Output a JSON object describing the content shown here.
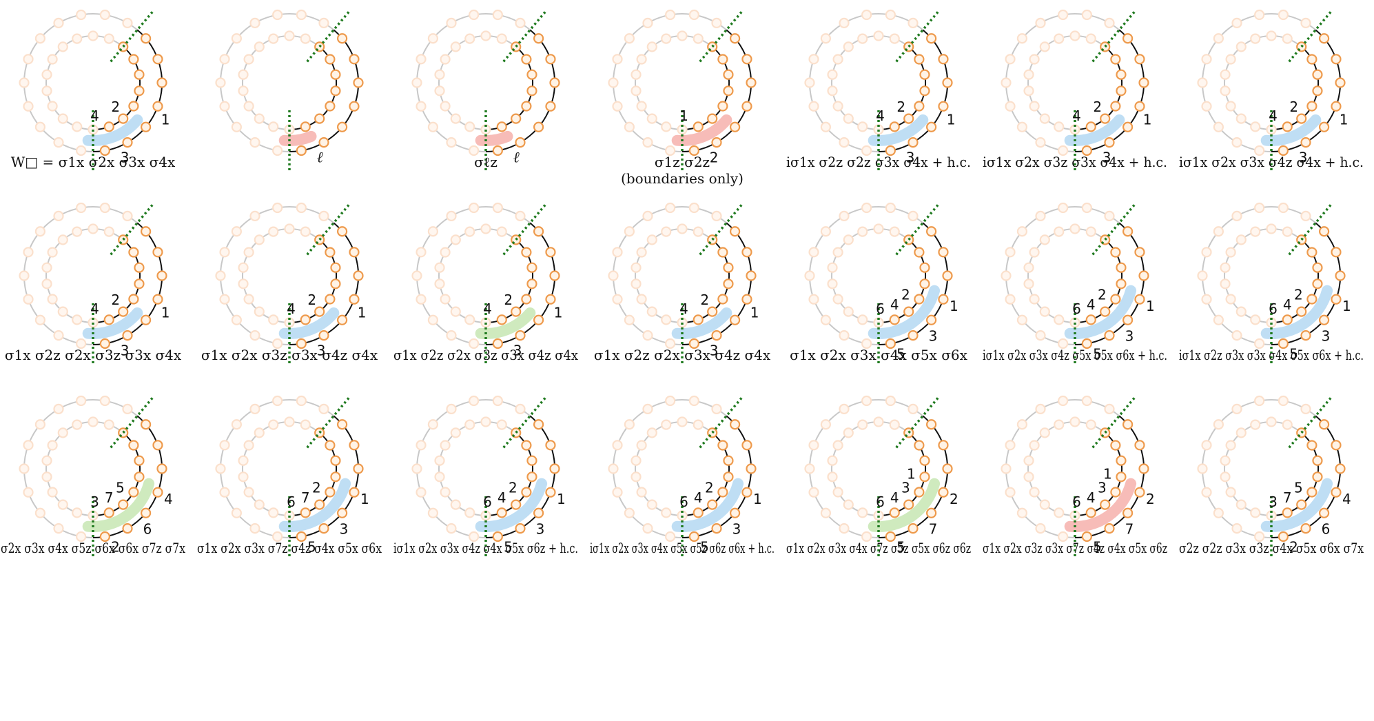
{
  "colors": {
    "background": "#ffffff",
    "inactive_ring": "#c8c8c8",
    "active_ring": "#111111",
    "active_qubit": "#ee9a4c",
    "inactive_qubit": "#fbe0cc",
    "boundary_cut": "#1f7a1f",
    "highlight_blue": "#a9d3f0",
    "highlight_red": "#f4a6a0",
    "highlight_green": "#bfe3a8"
  },
  "panels": [
    {
      "caption": "W□ = σ1x σ2x σ3x σ4x",
      "labels": [
        "4",
        "3",
        "2",
        "1"
      ],
      "pathLen": 4,
      "hl": "blue"
    },
    {
      "caption": "",
      "labels": [],
      "pathLen": 0,
      "hl": "red",
      "ell": "ℓ"
    },
    {
      "caption": "σℓz",
      "labels": [],
      "pathLen": 0,
      "hl": "red",
      "ell": "ℓ"
    },
    {
      "caption": "σ1z σ2z",
      "caption2": "(boundaries only)",
      "labels": [
        "1",
        "2"
      ],
      "pathLen": 2,
      "hl": "red"
    },
    {
      "caption": "iσ1x σ2z σ2z σ3x σ4x + h.c.",
      "labels": [
        "4",
        "3",
        "2",
        "1"
      ],
      "pathLen": 4,
      "hl": "blue"
    },
    {
      "caption": "iσ1x σ2x σ3z σ3x σ4x + h.c.",
      "labels": [
        "4",
        "3",
        "2",
        "1"
      ],
      "pathLen": 4,
      "hl": "blue"
    },
    {
      "caption": "iσ1x σ2x σ3x σ4z σ4x + h.c.",
      "labels": [
        "4",
        "3",
        "2",
        "1"
      ],
      "pathLen": 4,
      "hl": "blue"
    },
    {
      "caption": "σ1x σ2z σ2x σ3z σ3x σ4x",
      "labels": [
        "4",
        "3",
        "2",
        "1"
      ],
      "pathLen": 4,
      "hl": "blue"
    },
    {
      "caption": "σ1x σ2x σ3z σ3x σ4z σ4x",
      "labels": [
        "4",
        "3",
        "2",
        "1"
      ],
      "pathLen": 4,
      "hl": "blue"
    },
    {
      "caption": "σ1x σ2z σ2x σ3z σ3x σ4z σ4x",
      "labels": [
        "4",
        "3",
        "2",
        "1"
      ],
      "pathLen": 4,
      "hl": "green"
    },
    {
      "caption": "σ1x σ2z σ2x σ3x σ4z σ4x",
      "labels": [
        "4",
        "3",
        "2",
        "1"
      ],
      "pathLen": 4,
      "hl": "blue"
    },
    {
      "caption": "σ1x σ2x σ3x σ4x σ5x σ6x",
      "labels": [
        "6",
        "5",
        "4",
        "3",
        "2",
        "1"
      ],
      "pathLen": 6,
      "hl": "blue"
    },
    {
      "caption": "iσ1x σ2x σ3x σ4z σ5x σ5x σ6x + h.c.",
      "labels": [
        "6",
        "5",
        "4",
        "3",
        "2",
        "1"
      ],
      "pathLen": 6,
      "hl": "blue"
    },
    {
      "caption": "iσ1x σ2z σ3x σ3x σ4x σ5x σ6x + h.c.",
      "labels": [
        "6",
        "5",
        "4",
        "3",
        "2",
        "1"
      ],
      "pathLen": 6,
      "hl": "blue"
    },
    {
      "caption": "σ2x σ3x σ4x σ5z σ6x σ6x σ7z σ7x",
      "labels": [
        "3",
        "2",
        "7",
        "6",
        "5",
        "4"
      ],
      "pathLen": 6,
      "hl": "green"
    },
    {
      "caption": "σ1x σ2x σ3x σ7z σ4z σ4x σ5x σ6x",
      "labels": [
        "6",
        "5",
        "7",
        "3",
        "2",
        "1"
      ],
      "pathLen": 6,
      "hl": "blue"
    },
    {
      "caption": "iσ1x σ2x σ3x σ4z σ4x σ5x σ6z + h.c.",
      "labels": [
        "6",
        "5",
        "4",
        "3",
        "2",
        "1"
      ],
      "pathLen": 6,
      "hl": "blue"
    },
    {
      "caption": "iσ1x σ2x σ3x σ4x σ5x σ5z σ6z σ6x + h.c.",
      "labels": [
        "6",
        "5",
        "4",
        "3",
        "2",
        "1"
      ],
      "pathLen": 6,
      "hl": "blue"
    },
    {
      "caption": "σ1x σ2x σ3x σ4x σ7z σ5z σ5x σ6z σ6z",
      "labels": [
        "6",
        "5",
        "4",
        "7",
        "3",
        "2",
        "1"
      ],
      "pathLen": 6,
      "hl": "green"
    },
    {
      "caption": "σ1x σ2x σ3z σ3x σ7z σ4z σ4x σ5x σ6z",
      "labels": [
        "6",
        "5",
        "4",
        "7",
        "3",
        "2",
        "1"
      ],
      "pathLen": 6,
      "hl": "red"
    },
    {
      "caption": "σ2z σ2z σ3x σ3z σ4x σ5x σ6x σ7x",
      "labels": [
        "3",
        "2",
        "7",
        "6",
        "5",
        "4"
      ],
      "pathLen": 6,
      "hl": "blue"
    }
  ]
}
